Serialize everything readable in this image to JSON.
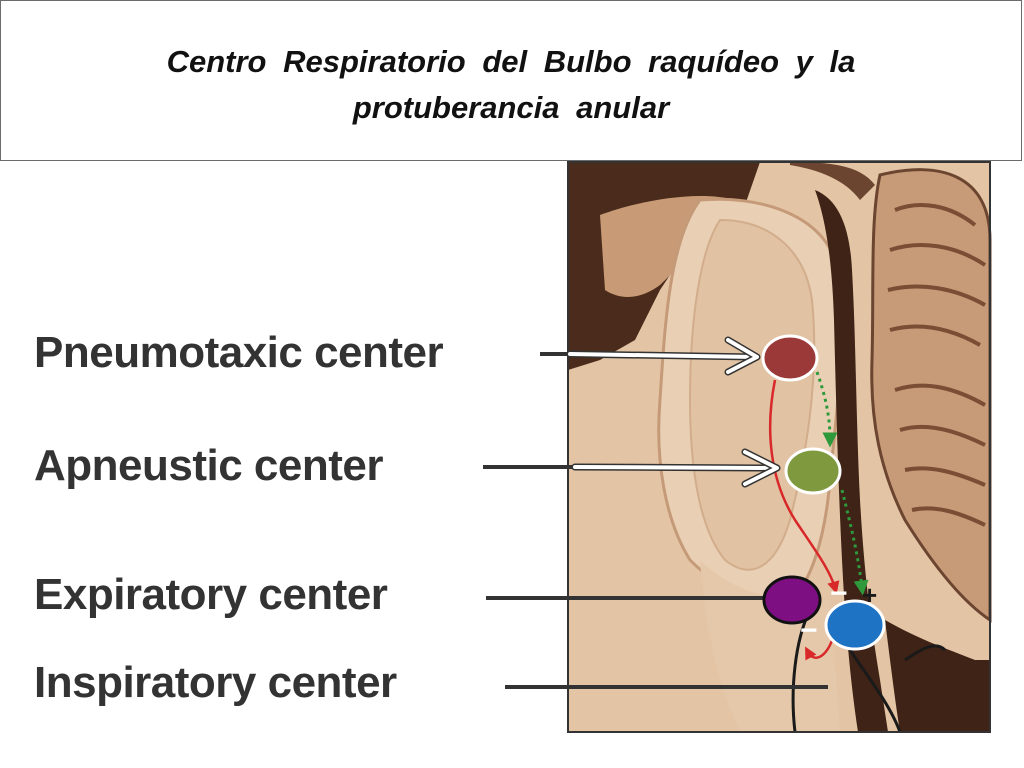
{
  "slide": {
    "title_line1": "Centro  Respiratorio  del  Bulbo  raquídeo  y  la",
    "title_line2": "protuberancia  anular"
  },
  "labels": {
    "pneumotaxic": "Pneumotaxic center",
    "apneustic": "Apneustic center",
    "expiratory": "Expiratory center",
    "inspiratory": "Inspiratory center"
  },
  "signs": {
    "minus_top": "−",
    "plus": "+",
    "minus_bottom": "−"
  },
  "colors": {
    "pneumotaxic_marker": "#9b3838",
    "apneustic_marker": "#7f9a3e",
    "expiratory_marker": "#7d0f82",
    "inspiratory_marker": "#1f73c4",
    "tissue_light": "#e7cdb0",
    "tissue_dark": "#4b2c1c",
    "red_pathway": "#d9282a",
    "green_pathway": "#2e9a3c"
  }
}
